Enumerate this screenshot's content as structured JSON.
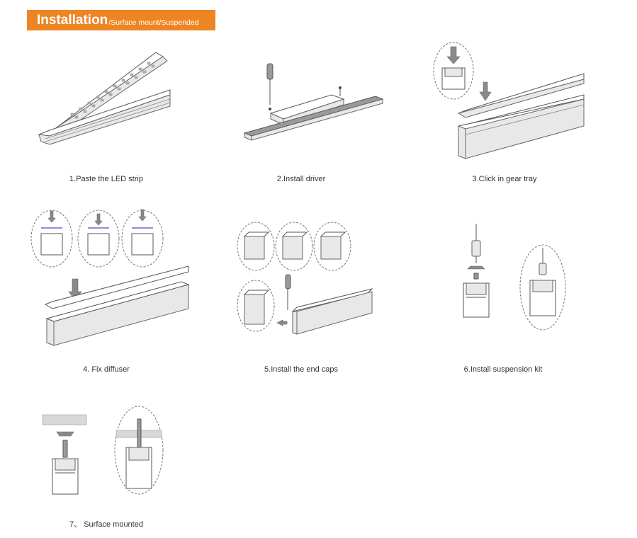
{
  "header": {
    "title": "Installation",
    "subtitle": "/Surface mount/Suspended",
    "bg_color": "#ee8523"
  },
  "steps": [
    {
      "label": "1.Paste the LED strip",
      "illustration": "led-strip-paste-illustration"
    },
    {
      "label": "2.Install driver",
      "illustration": "driver-install-illustration"
    },
    {
      "label": "3.Click in gear tray",
      "illustration": "gear-tray-illustration"
    },
    {
      "label": "4. Fix diffuser",
      "illustration": "diffuser-fix-illustration"
    },
    {
      "label": "5.Install the end caps",
      "illustration": "end-caps-illustration"
    },
    {
      "label": "6.Install suspension kit",
      "illustration": "suspension-kit-illustration"
    },
    {
      "label": "7、 Surface mounted",
      "illustration": "surface-mount-illustration"
    }
  ]
}
